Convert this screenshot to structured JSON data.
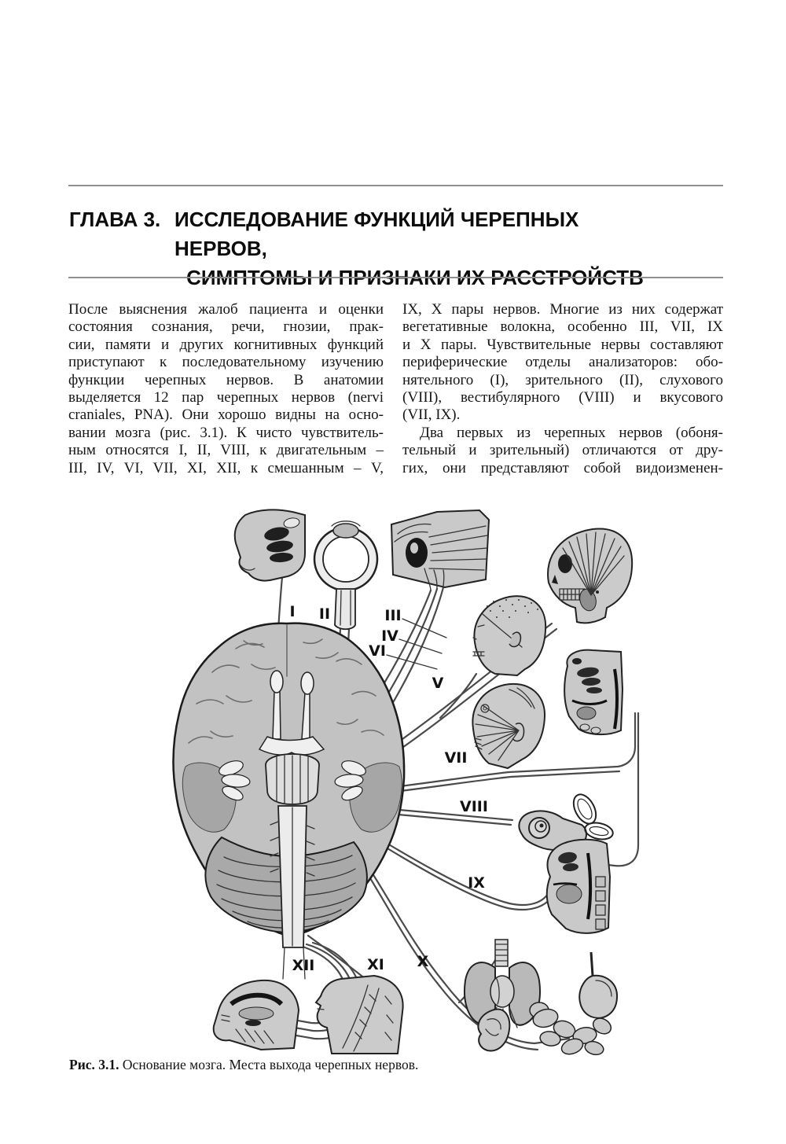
{
  "header": {
    "chapter_label": "ГЛАВА 3.",
    "title_line1": "ИССЛЕДОВАНИЕ ФУНКЦИЙ ЧЕРЕПНЫХ НЕРВОВ,",
    "title_line2": "СИМПТОМЫ И ПРИЗНАКИ ИХ РАССТРОЙСТВ"
  },
  "body": {
    "left_lines": [
      "После выяснения жалоб пациента и оценки",
      "состояния сознания, речи, гнозии, прак-",
      "сии, памяти и других когнитивных функций",
      "приступают к последовательному изучению",
      "функции черепных нервов. В анатомии",
      "выделяется 12 пар черепных нервов (nervi",
      "craniales, PNA). Они хорошо видны на осно-",
      "вании мозга (рис. 3.1). К чисто чувствитель-",
      "ным относятся I, II, VIII, к двигательным –",
      "III, IV, VI, VII, XI, XII, к смешанным – V,"
    ],
    "right_lines": [
      "IX, X пары нервов. Многие из них содержат",
      "вегетативные волокна, особенно III, VII, IX",
      "и X пары. Чувствительные нервы составляют",
      "периферические отделы анализаторов: обо-",
      "нятельного (I), зрительного (II), слухового",
      "(VIII), вестибулярного (VIII) и вкусового",
      "(VII, IX).",
      "Два первых из черепных нервов (обоня-",
      "тельный и зрительный) отличаются от дру-",
      "гих, они представляют собой видоизменен-"
    ]
  },
  "figure": {
    "caption_label": "Рис. 3.1.",
    "caption_text": " Основание мозга. Места выхода черепных нервов.",
    "nerve_labels": [
      "I",
      "II",
      "III",
      "IV",
      "VI",
      "V",
      "VII",
      "VIII",
      "IX",
      "X",
      "XI",
      "XII"
    ]
  }
}
